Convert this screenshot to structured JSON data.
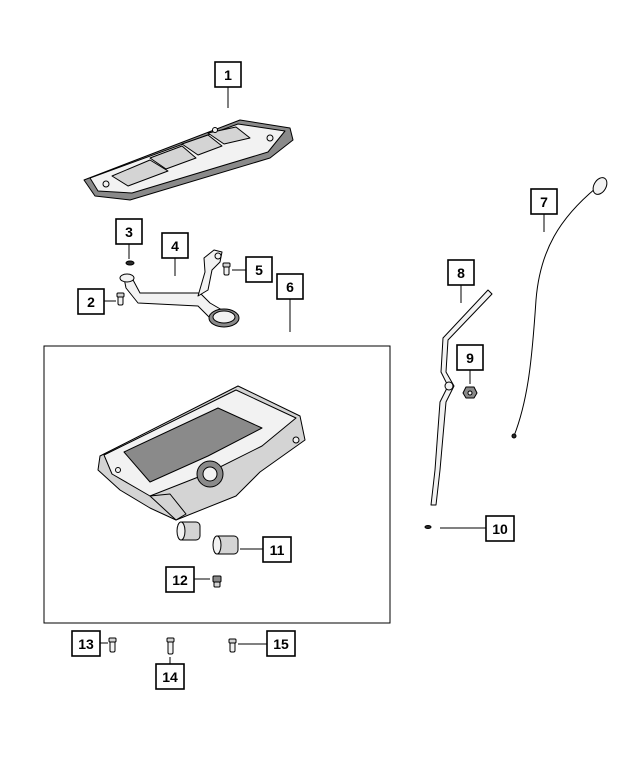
{
  "diagram": {
    "callouts": [
      {
        "label": "1"
      },
      {
        "label": "2"
      },
      {
        "label": "3"
      },
      {
        "label": "4"
      },
      {
        "label": "5"
      },
      {
        "label": "6"
      },
      {
        "label": "7"
      },
      {
        "label": "8"
      },
      {
        "label": "9"
      },
      {
        "label": "10"
      },
      {
        "label": "11"
      },
      {
        "label": "12"
      },
      {
        "label": "13"
      },
      {
        "label": "14"
      },
      {
        "label": "15"
      }
    ]
  }
}
